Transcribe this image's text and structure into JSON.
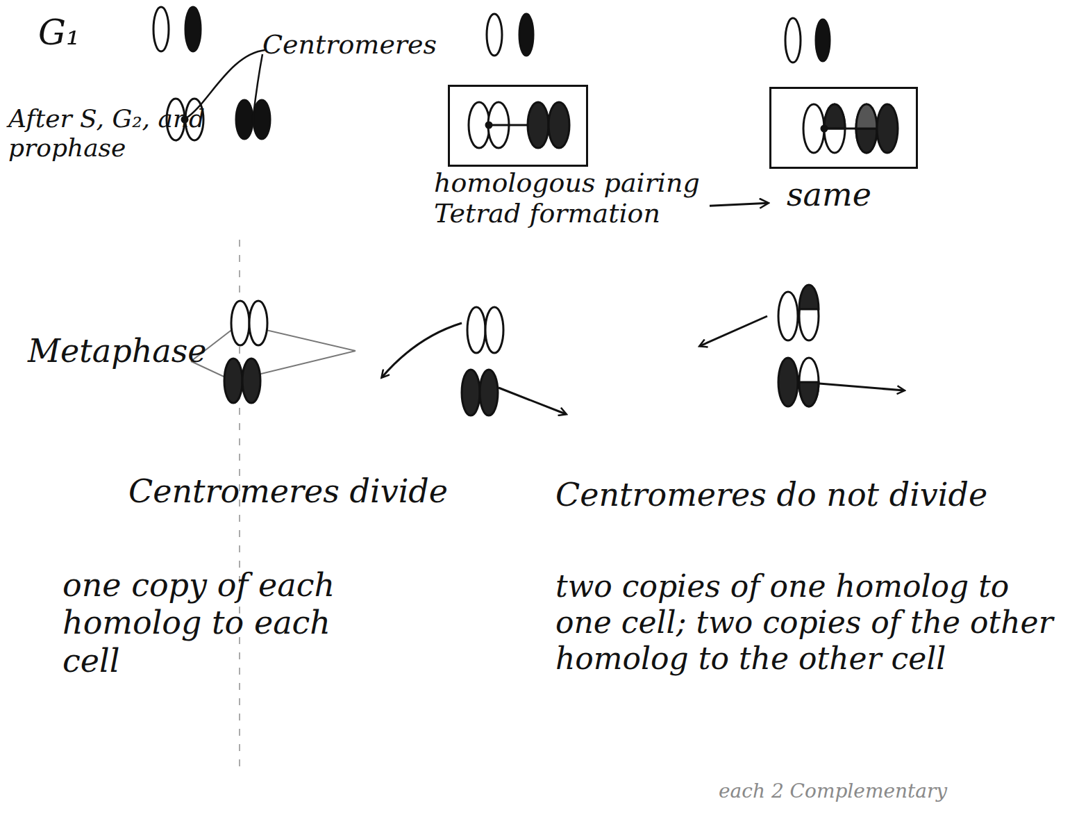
{
  "diagram": {
    "nodes": [
      {
        "text": [
          "homologous pairing Tetrad formation"
        ]
      },
      {
        "text": [
          "same"
        ]
      }
    ],
    "edges": [
      {
        "from": 0,
        "to": 1,
        "arrow": "to"
      }
    ],
    "labels": [
      "G₁",
      "Centromeres",
      "After S, G₂, and prophase",
      "Metaphase",
      "Centromeres divide",
      "Centromeres do not divide",
      "one copy of each homolog to each cell",
      "two copies of one homolog to one cell; two copies of the other homolog to the other cell",
      "each 2 Complementary"
    ]
  }
}
